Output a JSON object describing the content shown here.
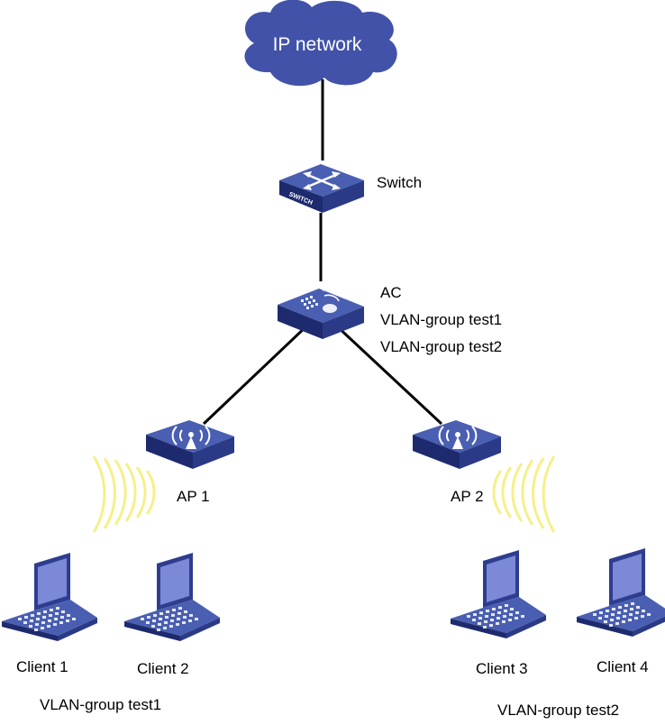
{
  "cloud": {
    "label": "IP network"
  },
  "switch": {
    "label": "Switch",
    "badge": "SWITCH"
  },
  "ac": {
    "label": "AC",
    "vlan_group_1": "VLAN-group test1",
    "vlan_group_2": "VLAN-group test2"
  },
  "aps": [
    {
      "label": "AP 1"
    },
    {
      "label": "AP 2"
    }
  ],
  "clients": [
    {
      "label": "Client 1"
    },
    {
      "label": "Client 2"
    },
    {
      "label": "Client 3"
    },
    {
      "label": "Client 4"
    }
  ],
  "groups": [
    {
      "label": "VLAN-group test1"
    },
    {
      "label": "VLAN-group test2"
    }
  ],
  "colors": {
    "device_top": "#4a5fb2",
    "device_side": "#2a3a86",
    "cloud": "#4152a8",
    "signal": "#f5f08a",
    "link": "#000000"
  },
  "icons": {
    "cloud": "cloud-icon",
    "switch": "switch-icon",
    "ac": "access-controller-icon",
    "ap": "access-point-icon",
    "laptop": "laptop-icon",
    "signal": "wireless-signal-icon"
  }
}
